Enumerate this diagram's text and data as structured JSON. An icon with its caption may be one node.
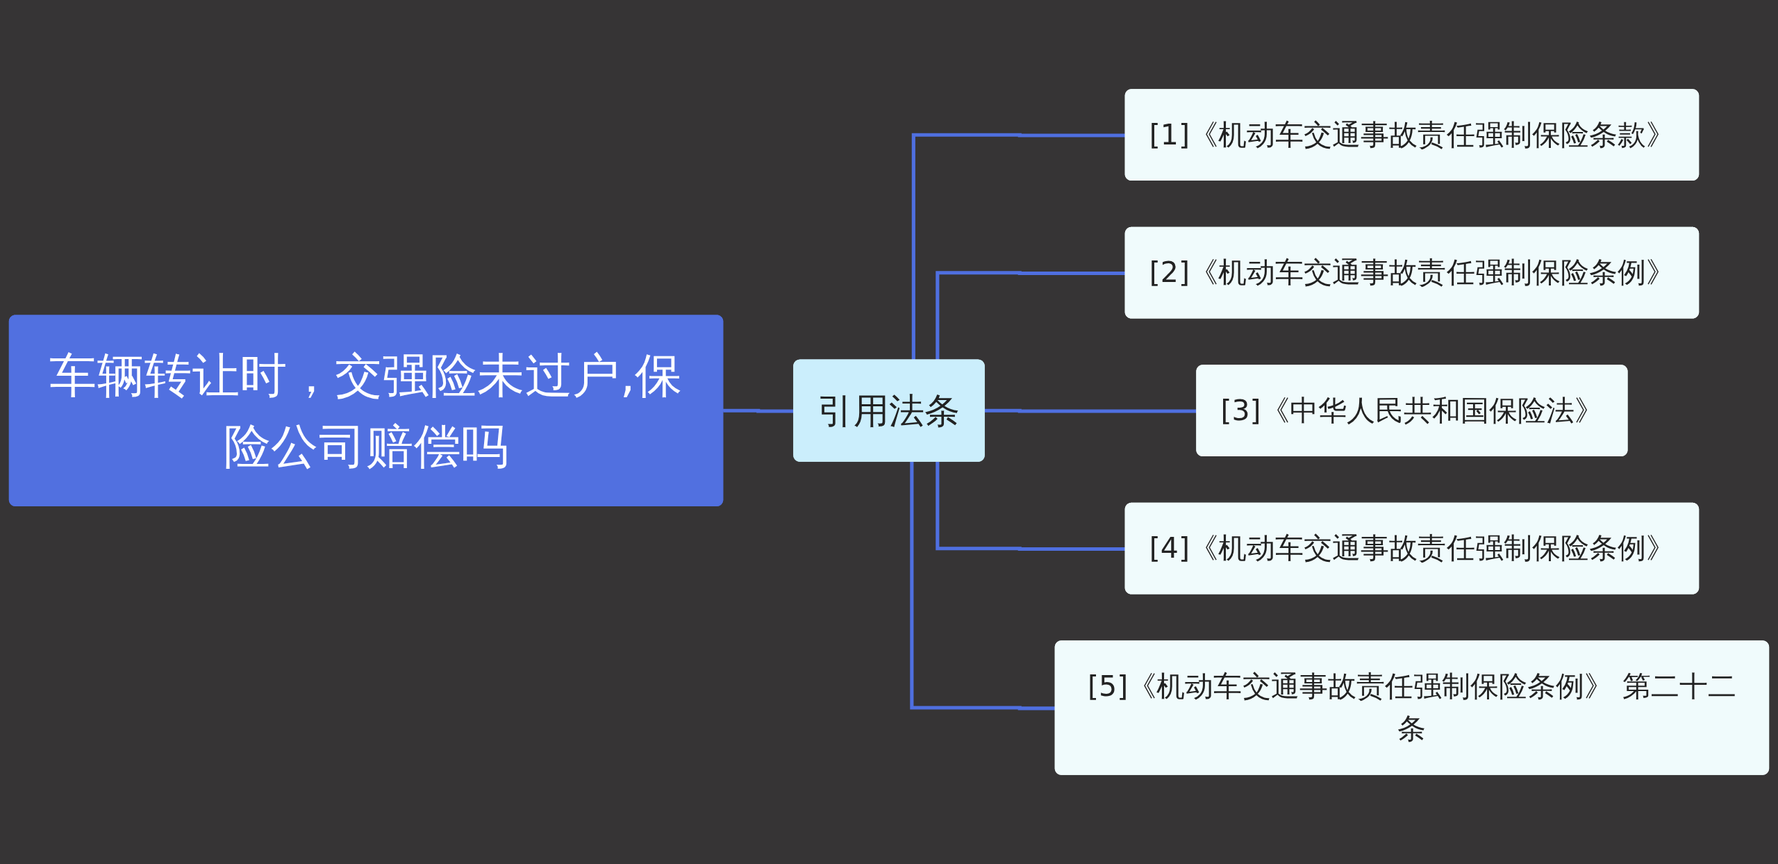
{
  "diagram": {
    "nodes": [
      {
        "text": [
          "车辆转让时，交强险未过户,保险公司赔偿吗"
        ]
      },
      {
        "text": [
          "引用法条"
        ]
      },
      {
        "text": [
          "[1]《机动车交通事故责任强制保险条款》"
        ]
      },
      {
        "text": [
          "[2]《机动车交通事故责任强制保险条例》"
        ]
      },
      {
        "text": [
          "[3]《中华人民共和国保险法》"
        ]
      },
      {
        "text": [
          "[4]《机动车交通事故责任强制保险条例》"
        ]
      },
      {
        "text": [
          "[5]《机动车交通事故责任强制保险条例》 第二十二条"
        ]
      }
    ],
    "edges": [
      {
        "from": 0,
        "to": 1,
        "arrow": "none"
      },
      {
        "from": 1,
        "to": 2,
        "arrow": "none"
      },
      {
        "from": 1,
        "to": 3,
        "arrow": "none"
      },
      {
        "from": 1,
        "to": 4,
        "arrow": "none"
      },
      {
        "from": 1,
        "to": 5,
        "arrow": "none"
      },
      {
        "from": 1,
        "to": 6,
        "arrow": "none"
      }
    ]
  }
}
